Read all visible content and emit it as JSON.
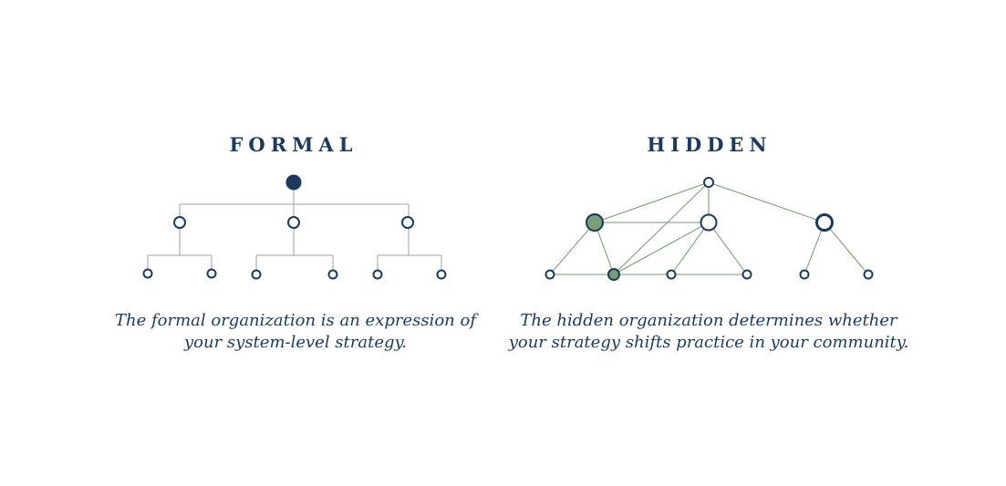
{
  "formal": {
    "title": "FORMAL",
    "caption_line1": "The formal organization is an expression of",
    "caption_line2": "your system-level strategy."
  },
  "hidden": {
    "title": "HIDDEN",
    "caption_line1": "The hidden organization determines whether",
    "caption_line2": "your strategy shifts practice in your community."
  },
  "colors": {
    "navy": "#1b3a5c",
    "green_fill": "#7a9e78",
    "green_line": "#6f9a6c",
    "gray_line": "#9a9fa8",
    "white": "#ffffff"
  }
}
